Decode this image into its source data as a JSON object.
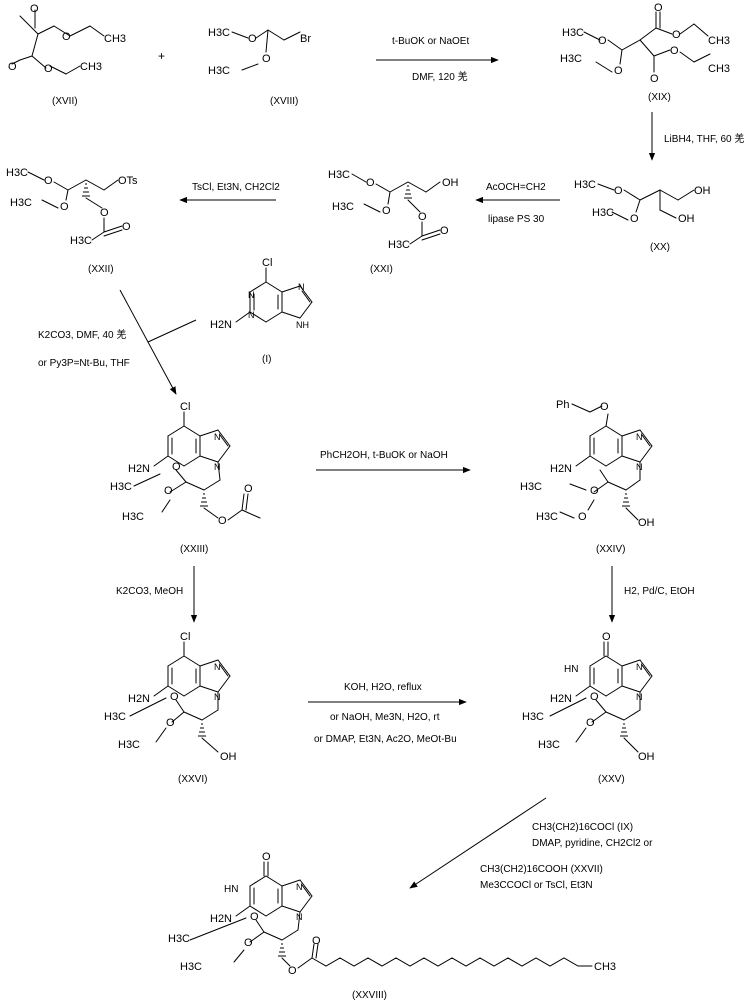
{
  "compounds": {
    "c17": "(XVII)",
    "c18": "(XVIII)",
    "c19": "(XIX)",
    "c20": "(XX)",
    "c21": "(XXI)",
    "c22": "(XXII)",
    "c1": "(I)",
    "c23": "(XXIII)",
    "c24": "(XXIV)",
    "c26": "(XXVI)",
    "c25": "(XXV)",
    "c28": "(XXVIII)"
  },
  "plus": "+",
  "conditions": {
    "r1a": "t-BuOK  or  NaOEt",
    "r1b": "DMF, 120 羌",
    "r2": "LiBH4, THF, 60 羌",
    "r3a": "AcOCH=CH2",
    "r3b": "lipase PS 30",
    "r4": "TsCl, Et3N, CH2Cl2",
    "r5a": "K2CO3, DMF, 40 羌",
    "r5b": "or Py3P=Nt-Bu, THF",
    "r6": "PhCH2OH, t-BuOK or NaOH",
    "r7": "K2CO3, MeOH",
    "r8": "H2, Pd/C, EtOH",
    "r9a": "KOH, H2O, reflux",
    "r9b": "or NaOH, Me3N, H2O, rt",
    "r9c": "or DMAP, Et3N, Ac2O, MeOt-Bu",
    "r10a": "CH3(CH2)16COCl   (IX)",
    "r10b": "DMAP, pyridine, CH2Cl2  or",
    "r10c": "CH3(CH2)16COOH  (XXVII)",
    "r10d": "Me3CCOCl or TsCl, Et3N"
  },
  "atoms": {
    "O": "O",
    "OH": "OH",
    "OTs": "OTs",
    "Br": "Br",
    "Cl": "Cl",
    "N": "N",
    "NH": "NH",
    "HN": "HN",
    "H2N": "H2N",
    "H3C": "H3C",
    "CH3": "CH3",
    "Ph": "Ph"
  }
}
